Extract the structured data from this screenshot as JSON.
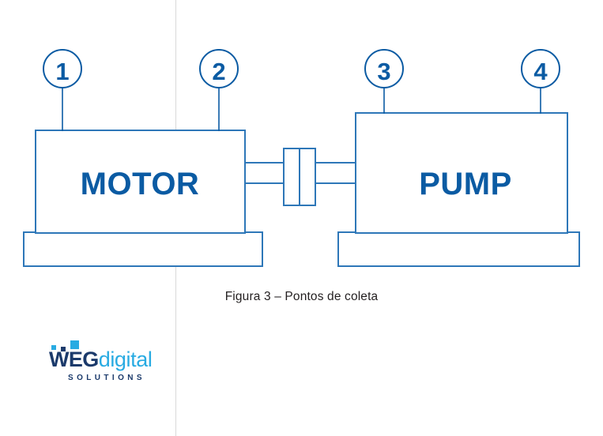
{
  "figure": {
    "caption": "Figura 3 – Pontos de coleta",
    "colors": {
      "outline": "#2E77B8",
      "accent": "#0B5BA3",
      "caption_text": "#231f20",
      "logo_navy": "#1B3A6B",
      "logo_cyan": "#29ABE2",
      "background": "#FFFFFF"
    }
  },
  "equipment": [
    {
      "id": "motor",
      "label": "MOTOR"
    },
    {
      "id": "pump",
      "label": "PUMP"
    }
  ],
  "callouts": [
    {
      "number": "1",
      "target": "motor"
    },
    {
      "number": "2",
      "target": "motor"
    },
    {
      "number": "3",
      "target": "pump"
    },
    {
      "number": "4",
      "target": "pump"
    }
  ],
  "logo": {
    "brand": "WEG",
    "suffix": "digital",
    "tagline": "SOLUTIONS"
  }
}
